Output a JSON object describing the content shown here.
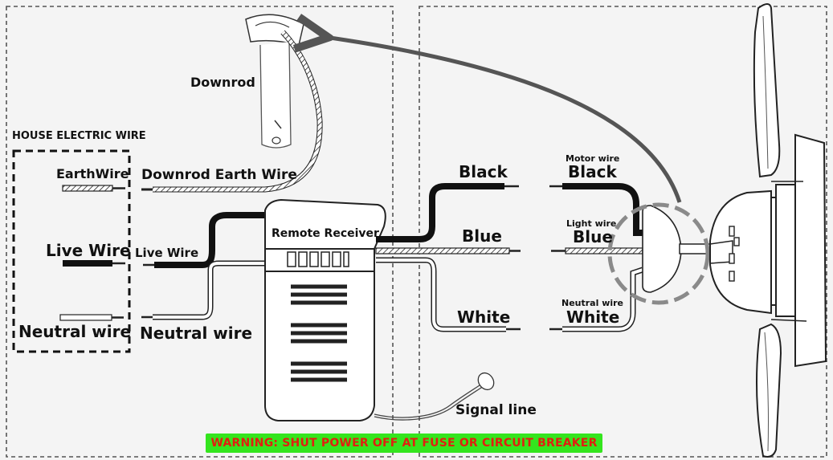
{
  "labels": {
    "downrod": "Downrod",
    "house_electric_wire": "HOUSE ELECTRIC WIRE",
    "earth_wire": "EarthWire",
    "downrod_earth_wire": "Downrod Earth Wire",
    "live_wire_house": "Live Wire",
    "live_wire_receiver": "Live Wire",
    "neutral_wire_house": "Neutral wire",
    "neutral_wire_receiver": "Neutral wire",
    "remote_receiver": "Remote Receiver",
    "black_out": "Black",
    "blue_out": "Blue",
    "white_out": "White",
    "motor_wire": "Motor wire",
    "black_motor": "Black",
    "light_wire": "Light wire",
    "blue_motor": "Blue",
    "neutral_wire_motor": "Neutral wire",
    "white_motor": "White",
    "signal_line": "Signal line"
  },
  "warning": "WARNING: SHUT POWER OFF AT FUSE OR CIRCUIT BREAKER",
  "colors": {
    "warning_bg": "#34e51e",
    "warning_text": "#e02010",
    "line": "#111111",
    "dash_gray": "#8a8a8a",
    "arrow": "#555555"
  }
}
